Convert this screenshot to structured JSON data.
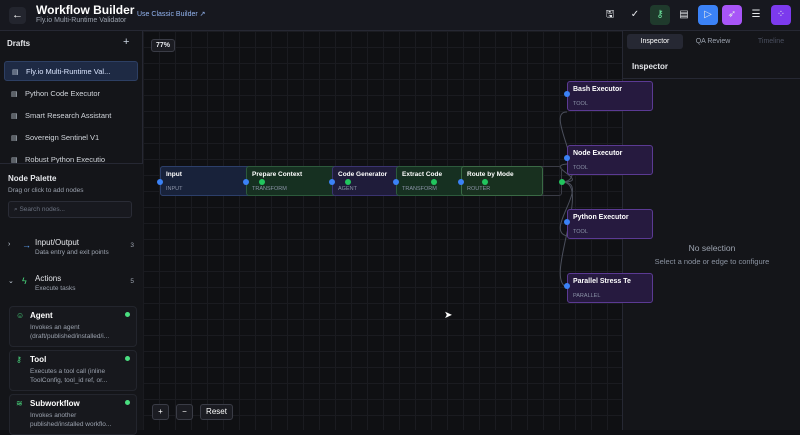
{
  "header": {
    "title": "Workflow Builder",
    "subtitle": "Fly.io Multi-Runtime Validator",
    "classic_link": "Use Classic Builder ↗",
    "toolbar": [
      {
        "icon": "save-icon",
        "glyph": "🖫"
      },
      {
        "icon": "check-circle-icon",
        "glyph": "✓"
      },
      {
        "icon": "key-icon",
        "glyph": "⚷"
      },
      {
        "icon": "document-icon",
        "glyph": "▤"
      },
      {
        "icon": "play-icon",
        "glyph": "▷"
      },
      {
        "icon": "rocket-icon",
        "glyph": "➶"
      },
      {
        "icon": "list-icon",
        "glyph": "☰"
      },
      {
        "icon": "nodes-icon",
        "glyph": "⁘"
      }
    ]
  },
  "drafts": {
    "title": "Drafts",
    "items": [
      "Fly.io Multi-Runtime Val...",
      "Python Code Executor",
      "Smart Research Assistant",
      "Sovereign Sentinel V1",
      "Robust Python Executio"
    ]
  },
  "palette": {
    "title": "Node Palette",
    "subtitle": "Drag or click to add nodes",
    "search_placeholder": "Search nodes...",
    "categories": [
      {
        "name": "Input/Output",
        "desc": "Data entry and exit points",
        "count": "3"
      },
      {
        "name": "Actions",
        "desc": "Execute tasks",
        "count": "5"
      }
    ],
    "items": [
      {
        "name": "Agent",
        "desc": "Invokes an agent (draft/published/installed/i..."
      },
      {
        "name": "Tool",
        "desc": "Executes a tool call (inline ToolConfig, tool_id ref, or..."
      },
      {
        "name": "Subworkflow",
        "desc": "Invokes another published/installed workflo..."
      }
    ]
  },
  "canvas": {
    "zoom": "77%",
    "controls": {
      "zoom_in": "+",
      "zoom_out": "−",
      "reset": "Reset"
    },
    "nodes": [
      {
        "title": "Input",
        "kind": "INPUT"
      },
      {
        "title": "Prepare Context",
        "kind": "TRANSFORM"
      },
      {
        "title": "Code Generator",
        "kind": "AGENT"
      },
      {
        "title": "Extract Code",
        "kind": "TRANSFORM"
      },
      {
        "title": "Route by Mode",
        "kind": "ROUTER"
      },
      {
        "title": "Bash Executor",
        "kind": "TOOL"
      },
      {
        "title": "Node Executor",
        "kind": "TOOL"
      },
      {
        "title": "Python Executor",
        "kind": "TOOL"
      },
      {
        "title": "Parallel Stress Te",
        "kind": "PARALLEL"
      }
    ]
  },
  "inspector": {
    "tabs": [
      "Inspector",
      "QA Review",
      "Timeline"
    ],
    "title": "Inspector",
    "empty_title": "No selection",
    "empty_desc": "Select a node or edge to configure"
  }
}
